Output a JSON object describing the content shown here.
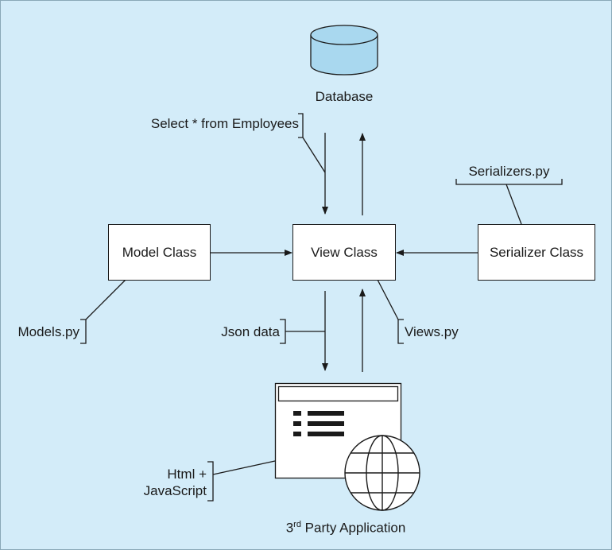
{
  "nodes": {
    "database": "Database",
    "model_class": "Model Class",
    "view_class": "View Class",
    "serializer_class": "Serializer Class",
    "third_party_prefix": "3",
    "third_party_sup": "rd",
    "third_party_rest": " Party Application"
  },
  "annotations": {
    "query": "Select * from Employees",
    "serializers_file": "Serializers.py",
    "models_file": "Models.py",
    "json_data": "Json data",
    "views_file": "Views.py",
    "html_line1": "Html +",
    "html_line2": "JavaScript"
  },
  "colors": {
    "background": "#d3ecf9",
    "database_fill": "#a9d8ef",
    "stroke": "#1a1a1a"
  }
}
